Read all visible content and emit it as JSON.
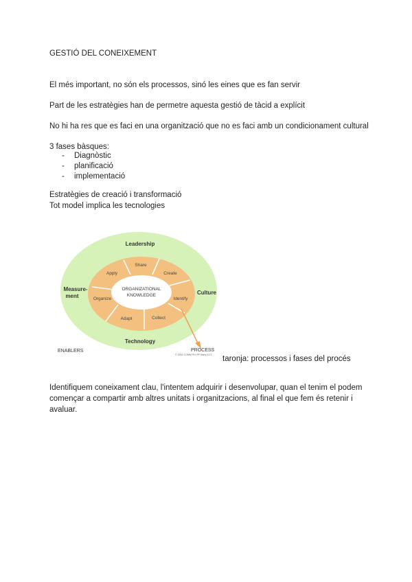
{
  "document": {
    "title": "GESTIÓ DEL CONEIXEMENT",
    "lines": [
      "El més important, no són els processos, sinó les eines que es fan servir",
      "Part de les estratègies han de permetre aquesta gestió de tàcid a explícit",
      "No hi ha res que es faci en una organització que no es faci amb un condicionament cultural"
    ],
    "phases_heading": "3 fases bàsques:",
    "phases": [
      "Diagnòstic",
      "planificació",
      "implementació"
    ],
    "bullet_char": "-",
    "strategies_line": "Estratègies de creació i transformació",
    "technologies_line": "Tot model implica les tecnologies",
    "caption": "taronja: processos i fases del procés",
    "closing_paragraph": "Identifiquem coneixament clau, l'intentem adquirir i desenvolupar, quan el tenim el podem començar a compartir amb altres unitats i organitzacions, al final el que fem és retenir i avaluar."
  },
  "diagram": {
    "center": [
      "ORGANIZATIONAL",
      "KNOWLEDGE"
    ],
    "process_steps": [
      "Share",
      "Create",
      "Identify",
      "Collect",
      "Adapt",
      "Organize",
      "Apply"
    ],
    "enabler_labels": {
      "top": "Leadership",
      "right": "Culture",
      "bottom": "Technology",
      "left_line1": "Measure-",
      "left_line2": "ment"
    },
    "enablers_label": "ENABLERS",
    "process_label": "PROCESS",
    "copyright": "© 2002 COMM Pro PF Barry 12:1",
    "colors": {
      "outer_ring": "#d6f2b8",
      "inner_ring": "#f4c07f",
      "center": "#ffffff",
      "arrow": "#f0a050"
    }
  }
}
